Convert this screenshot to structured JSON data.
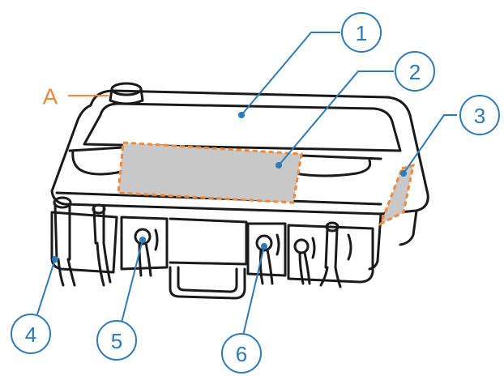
{
  "diagram": {
    "colors": {
      "outline": "#1a1a1a",
      "callout": "#2d7ab8",
      "accent": "#f08a3a",
      "highlight_fill": "#c8c8c8",
      "background": "#ffffff"
    },
    "callouts": [
      {
        "id": "callout-1",
        "label": "1"
      },
      {
        "id": "callout-2",
        "label": "2"
      },
      {
        "id": "callout-3",
        "label": "3"
      },
      {
        "id": "callout-4",
        "label": "4"
      },
      {
        "id": "callout-5",
        "label": "5"
      },
      {
        "id": "callout-6",
        "label": "6"
      }
    ],
    "marker_a": {
      "label": "A"
    }
  }
}
